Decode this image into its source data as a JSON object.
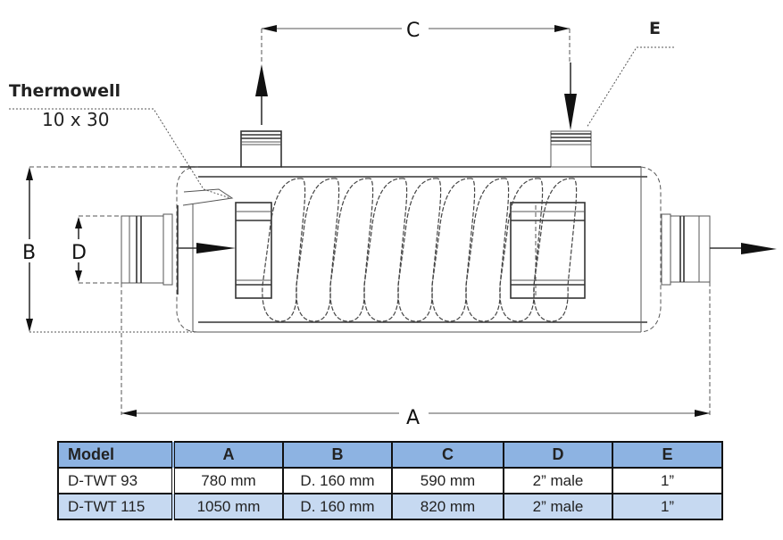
{
  "drawing": {
    "title_labels": {
      "thermowell": "Thermowell",
      "thermowell_size": "10 x 30"
    },
    "dimension_labels": {
      "A": "A",
      "B": "B",
      "C": "C",
      "D": "D",
      "E": "E"
    },
    "flow_arrows": [
      "inlet-left",
      "outlet-right",
      "outlet-top-left",
      "inlet-top-right"
    ]
  },
  "table": {
    "headers": [
      "Model",
      "A",
      "B",
      "C",
      "D",
      "E"
    ],
    "rows": [
      [
        "D-TWT 93",
        "780 mm",
        "D. 160 mm",
        "590 mm",
        "2” male",
        "1”"
      ],
      [
        "D-TWT 115",
        "1050 mm",
        "D. 160 mm",
        "820 mm",
        "2” male",
        "1”"
      ]
    ],
    "colors": {
      "header_bg": "#8db3e2",
      "alt_row_bg": "#c6d9f1",
      "row_bg": "#ffffff"
    }
  }
}
